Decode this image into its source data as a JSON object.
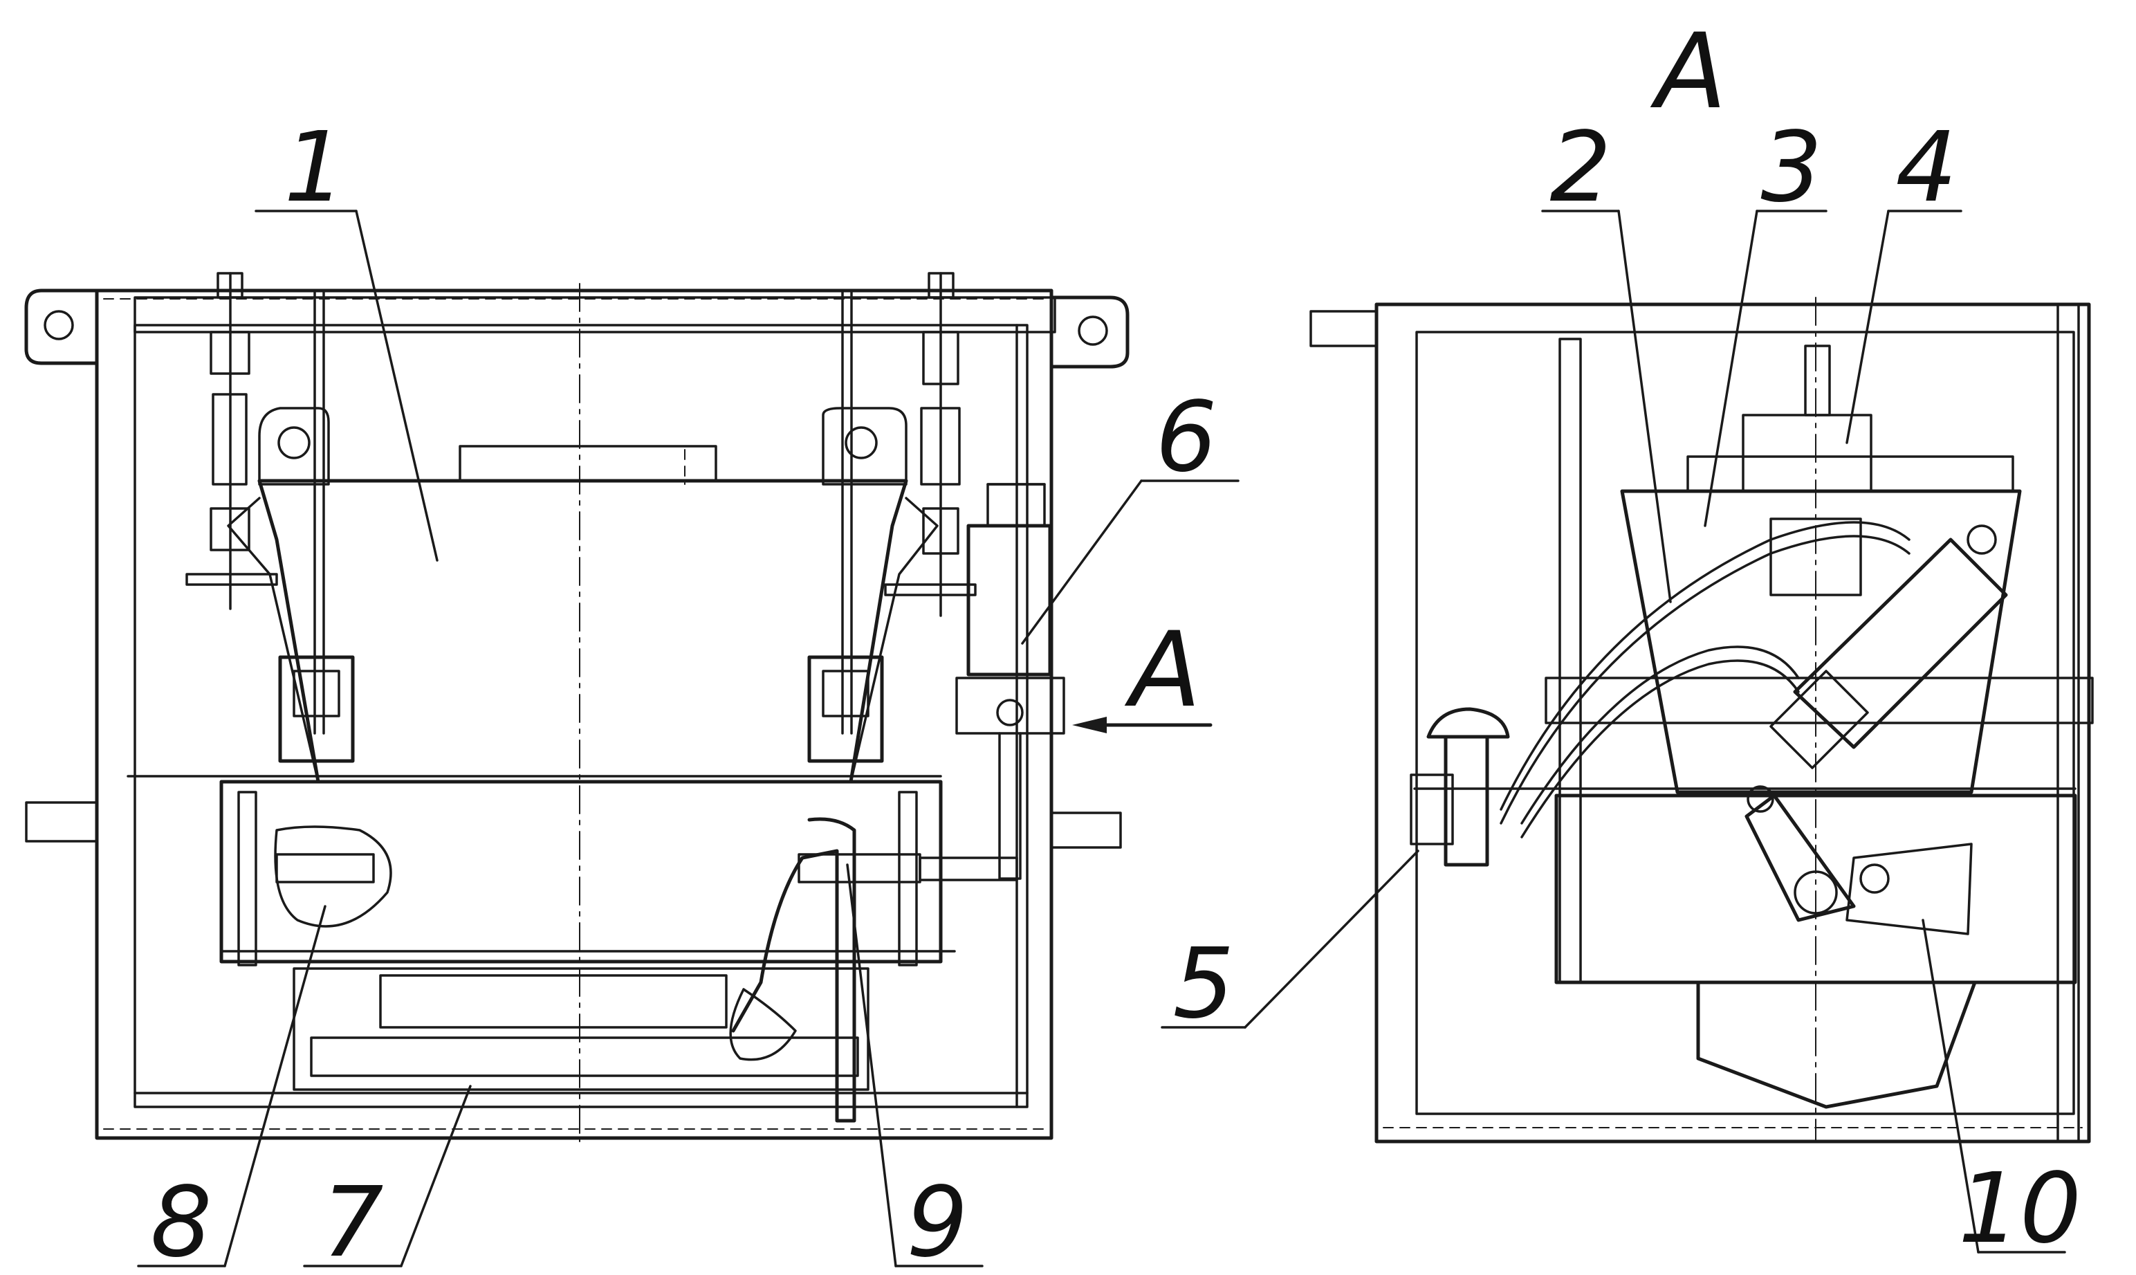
{
  "view_label": "A",
  "section_arrow_label": "A",
  "callouts": {
    "c1": "1",
    "c2": "2",
    "c3": "3",
    "c4": "4",
    "c5": "5",
    "c6": "6",
    "c7": "7",
    "c8": "8",
    "c9": "9",
    "c10": "10"
  },
  "colors": {
    "ink": "#1a1a1a",
    "paper": "#ffffff"
  }
}
